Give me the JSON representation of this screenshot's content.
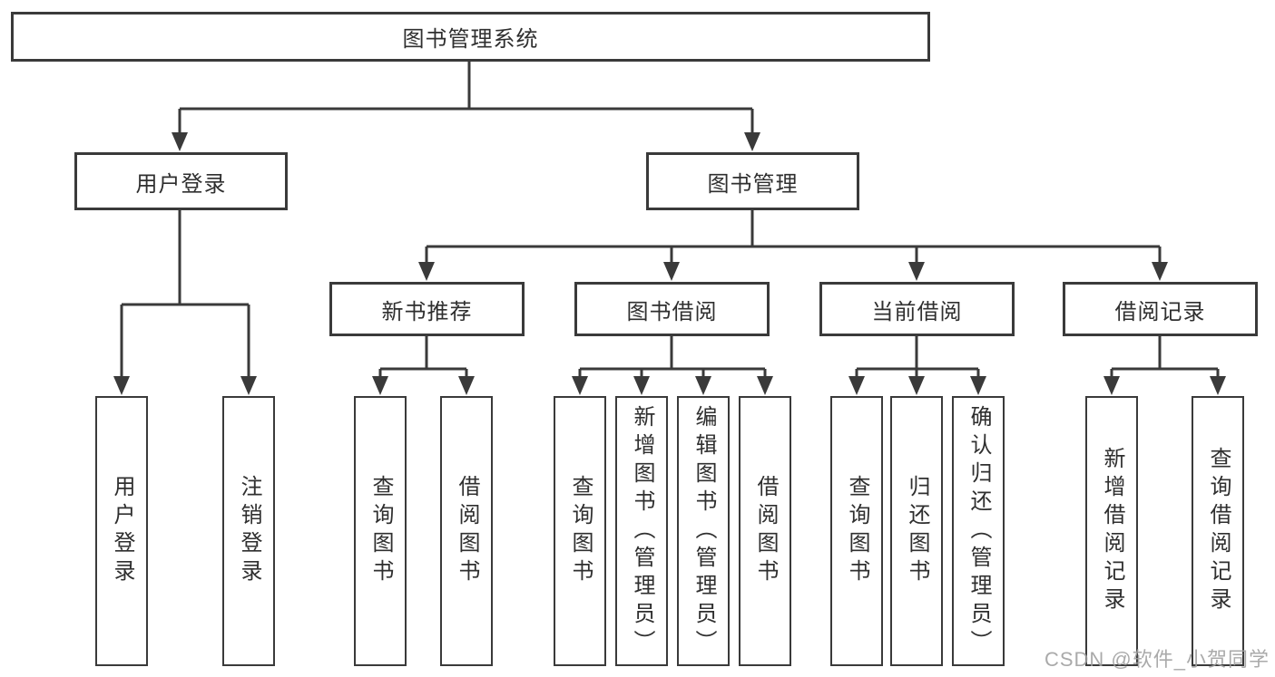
{
  "diagram": {
    "type": "hierarchy-tree",
    "root": {
      "label": "图书管理系统"
    },
    "level2": [
      {
        "label": "用户登录"
      },
      {
        "label": "图书管理"
      }
    ],
    "level3": [
      {
        "label": "新书推荐",
        "parent": "图书管理"
      },
      {
        "label": "图书借阅",
        "parent": "图书管理"
      },
      {
        "label": "当前借阅",
        "parent": "图书管理"
      },
      {
        "label": "借阅记录",
        "parent": "图书管理"
      }
    ],
    "leaves": [
      {
        "label": "用户登录",
        "parent": "用户登录"
      },
      {
        "label": "注销登录",
        "parent": "用户登录"
      },
      {
        "label": "查询图书",
        "parent": "新书推荐"
      },
      {
        "label": "借阅图书",
        "parent": "新书推荐"
      },
      {
        "label": "查询图书",
        "parent": "图书借阅"
      },
      {
        "label": "新增图书（管理员）",
        "parent": "图书借阅"
      },
      {
        "label": "编辑图书（管理员）",
        "parent": "图书借阅"
      },
      {
        "label": "借阅图书",
        "parent": "图书借阅"
      },
      {
        "label": "查询图书",
        "parent": "当前借阅"
      },
      {
        "label": "归还图书",
        "parent": "当前借阅"
      },
      {
        "label": "确认归还（管理员）",
        "parent": "当前借阅"
      },
      {
        "label": "新增借阅记录",
        "parent": "借阅记录"
      },
      {
        "label": "查询借阅记录",
        "parent": "借阅记录"
      }
    ]
  },
  "watermark": "CSDN @软件_小贺同学",
  "colors": {
    "line": "#3a3a3a",
    "text": "#2f2f2f",
    "background": "#ffffff",
    "watermark": "#9e9e9e"
  }
}
